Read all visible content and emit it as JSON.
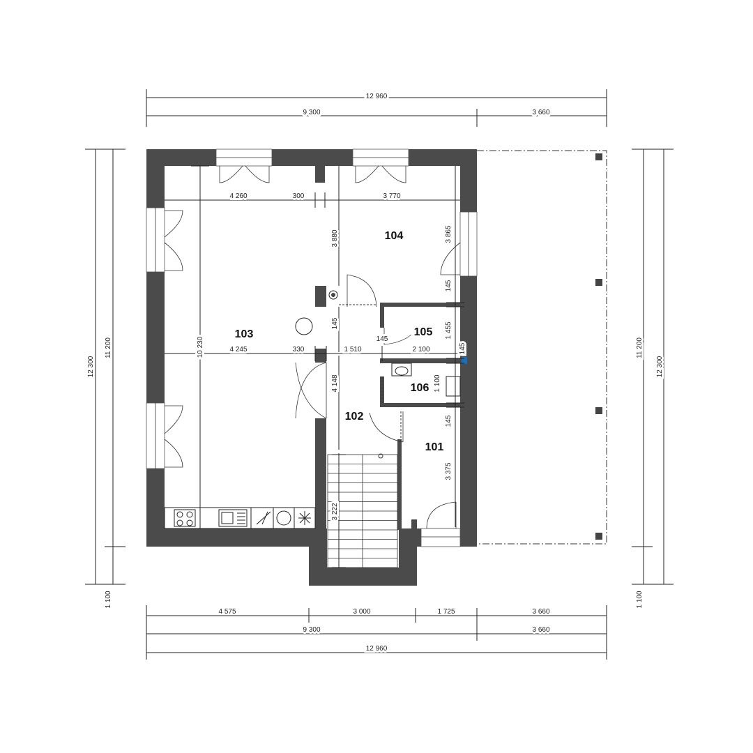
{
  "rooms": {
    "r101": "101",
    "r102": "102",
    "r103": "103",
    "r104": "104",
    "r105": "105",
    "r106": "106"
  },
  "dims_top": {
    "overall": "12 960",
    "main": "9 300",
    "terrace": "3 660"
  },
  "dims_bottom": {
    "seg1": "4 575",
    "seg2": "3 000",
    "seg3": "1 725",
    "seg4": "3 660",
    "main": "9 300",
    "terrace": "3 660",
    "overall": "12 960"
  },
  "dims_left": {
    "overall": "12 300",
    "main": "11 200",
    "extension": "1 100"
  },
  "dims_right": {
    "main": "11 200",
    "overall": "12 300",
    "extension": "1 100"
  },
  "dims_interior": {
    "d4260": "4 260",
    "d300": "300",
    "d3770": "3 770",
    "d3880": "3 880",
    "d3865": "3 865",
    "d145a": "145",
    "d10230": "10 230",
    "d4245": "4 245",
    "d330": "330",
    "d1510": "1 510",
    "d145b": "145",
    "d145c": "145",
    "d2100": "2 100",
    "d1455": "1 455",
    "d145d": "145",
    "d1100": "1 100",
    "d4148": "4 148",
    "d145e": "145",
    "d3375": "3 375",
    "d3222": "3 222"
  }
}
